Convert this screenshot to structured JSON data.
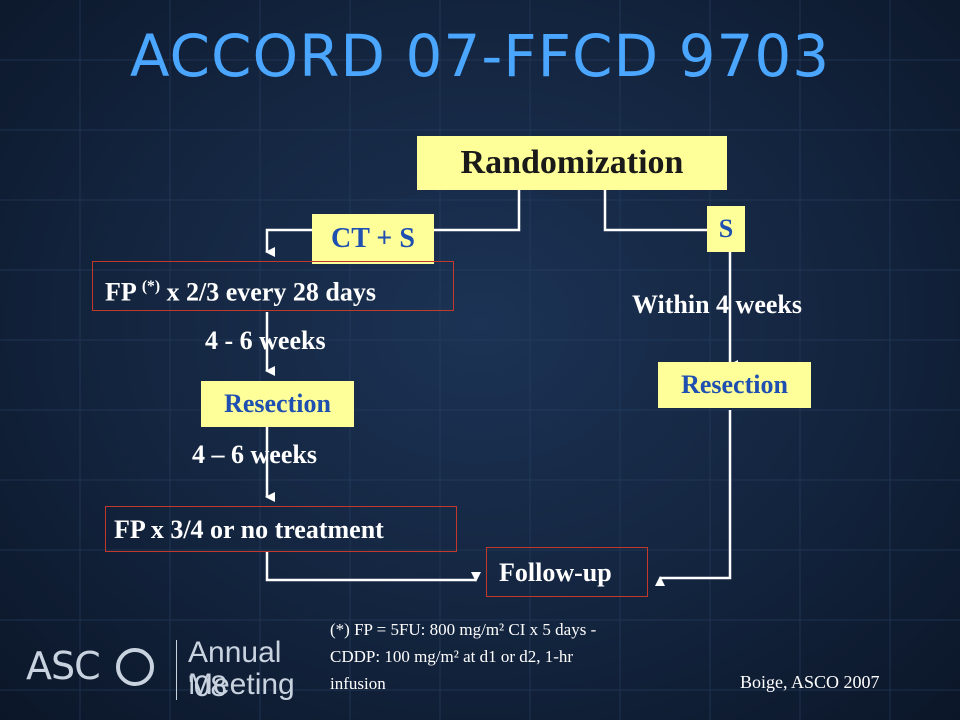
{
  "title": "ACCORD 07-FFCD 9703",
  "randomization": "Randomization",
  "arm_left_label": "CT + S",
  "arm_right_label": "S",
  "fp_first_base": "FP ",
  "fp_first_sup": "(*)",
  "fp_first_rest": " x 2/3 every 28 days",
  "interval_1": "4 - 6 weeks",
  "resection_left": "Resection",
  "interval_2": "4 – 6 weeks",
  "fp_second": "FP x 3/4 or no treatment",
  "within": "Within 4 weeks",
  "resection_right": "Resection",
  "followup": "Follow-up",
  "footnote_line1": "(*) FP = 5FU: 800 mg/m² CI x 5 days -",
  "footnote_line2": "CDDP: 100 mg/m² at d1 or d2, 1-hr",
  "footnote_line3": "infusion",
  "citation": "Boige, ASCO 2007",
  "logo": {
    "asco": "ASC",
    "line1": "Annual '08",
    "line2": "Meeting"
  },
  "colors": {
    "title": "#4aa6ff",
    "box_fill": "#ffff99",
    "box_border": "#c0392b",
    "background": "#13243e",
    "connector": "#ffffff"
  }
}
